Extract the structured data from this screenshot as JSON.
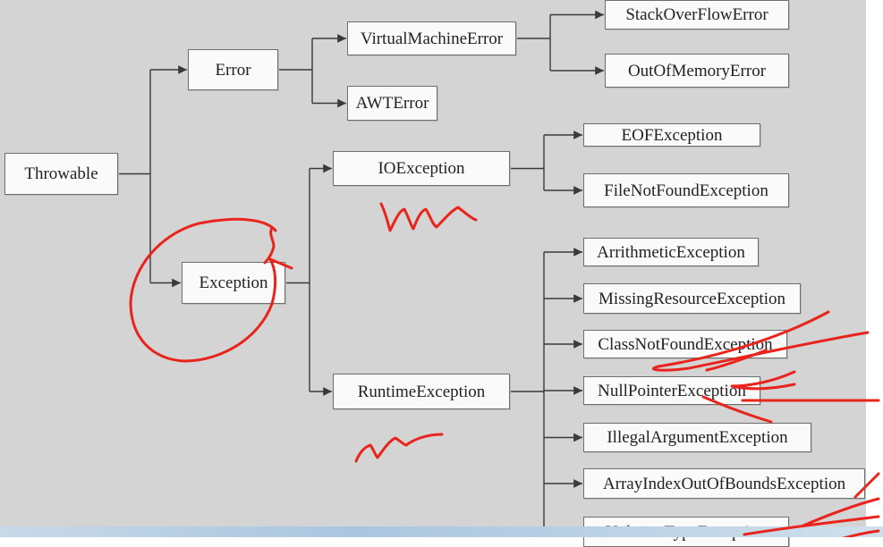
{
  "diagram": {
    "nodes": {
      "throwable": "Throwable",
      "error": "Error",
      "exception": "Exception",
      "virtual_machine_error": "VirtualMachineError",
      "awt_error": "AWTError",
      "stack_overflow_error": "StackOverFlowError",
      "out_of_memory_error": "OutOfMemoryError",
      "io_exception": "IOException",
      "runtime_exception": "RuntimeException",
      "eof_exception": "EOFException",
      "file_not_found_exception": "FileNotFoundException",
      "arithmetic_exception": "ArrithmeticException",
      "missing_resource_exception": "MissingResourceException",
      "class_not_found_exception": "ClassNotFoundException",
      "null_pointer_exception": "NullPointerException",
      "illegal_argument_exception": "IllegalArgumentException",
      "array_index_out_of_bounds_exception": "ArrayIndexOutOfBoundsException",
      "unknown_type_exception": "UnkownTypeException"
    },
    "edges": [
      [
        "throwable",
        "error"
      ],
      [
        "throwable",
        "exception"
      ],
      [
        "error",
        "virtual_machine_error"
      ],
      [
        "error",
        "awt_error"
      ],
      [
        "virtual_machine_error",
        "stack_overflow_error"
      ],
      [
        "virtual_machine_error",
        "out_of_memory_error"
      ],
      [
        "exception",
        "io_exception"
      ],
      [
        "exception",
        "runtime_exception"
      ],
      [
        "io_exception",
        "eof_exception"
      ],
      [
        "io_exception",
        "file_not_found_exception"
      ],
      [
        "runtime_exception",
        "arithmetic_exception"
      ],
      [
        "runtime_exception",
        "missing_resource_exception"
      ],
      [
        "runtime_exception",
        "class_not_found_exception"
      ],
      [
        "runtime_exception",
        "null_pointer_exception"
      ],
      [
        "runtime_exception",
        "illegal_argument_exception"
      ],
      [
        "runtime_exception",
        "array_index_out_of_bounds_exception"
      ],
      [
        "runtime_exception",
        "unknown_type_exception"
      ]
    ]
  },
  "colors": {
    "background": "#d4d4d4",
    "node_fill": "#fafafa",
    "node_border": "#6e6e6e",
    "connector": "#3a3a3a",
    "annotation_ink": "#e8241c"
  }
}
